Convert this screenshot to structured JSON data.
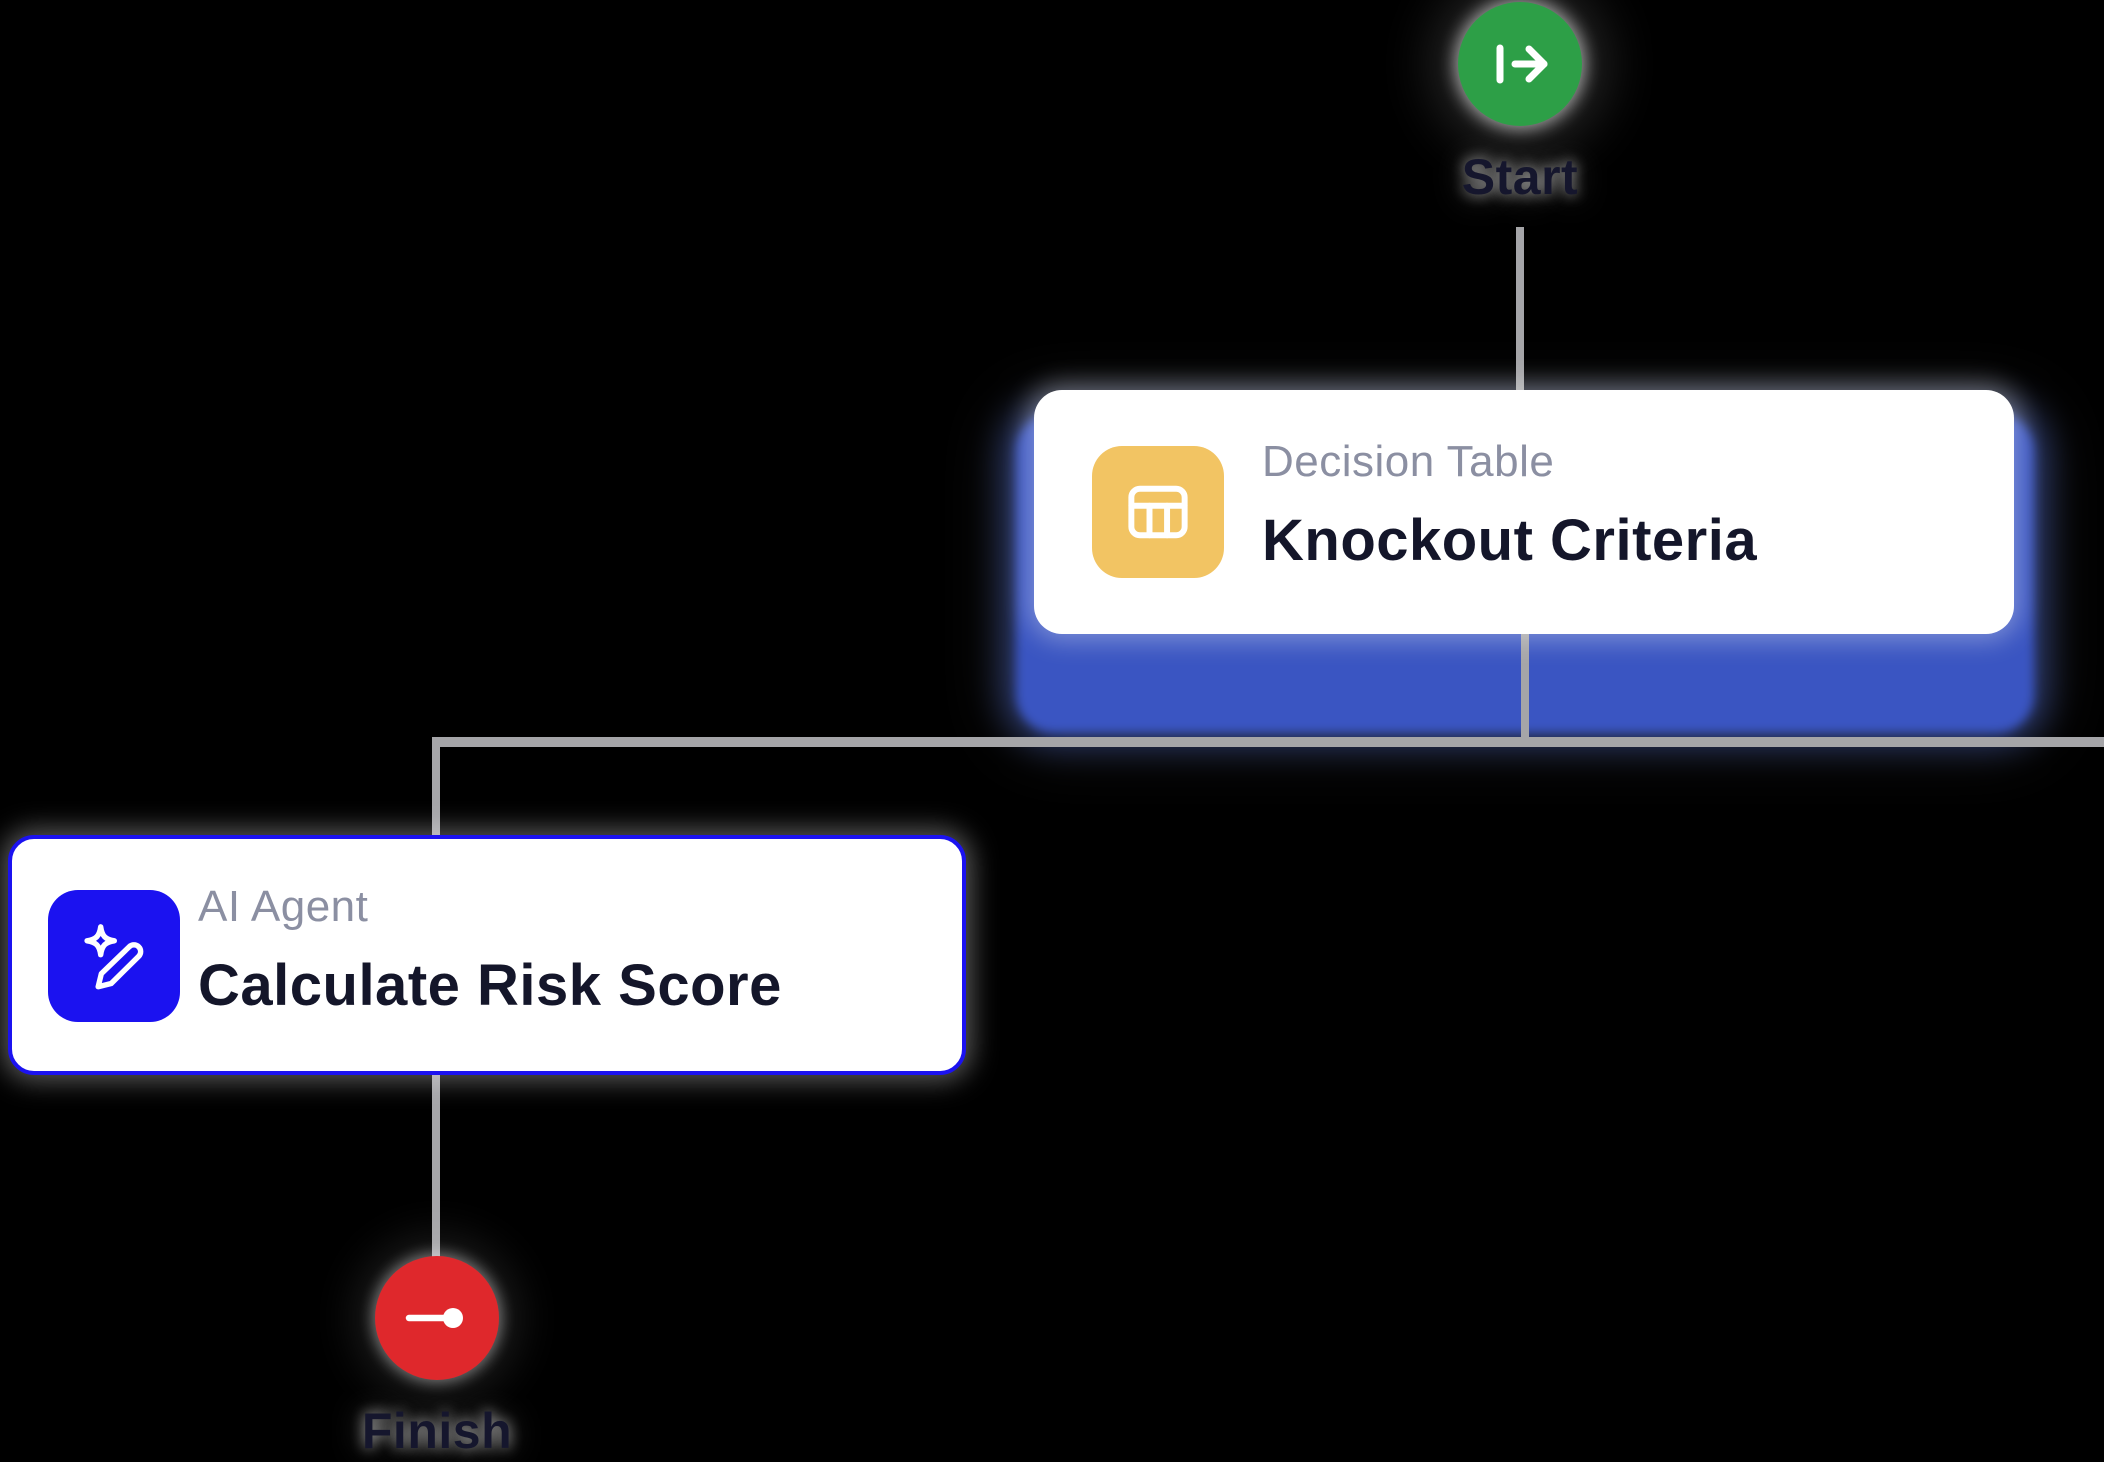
{
  "canvas": {
    "background": "#000000"
  },
  "edges": {
    "color": "#a5a5a8"
  },
  "nodes": {
    "start": {
      "label": "Start",
      "circle_color": "#2d9f47"
    },
    "decision_table": {
      "type_label": "Decision Table",
      "title": "Knockout Criteria",
      "icon_bg": "#f2c463",
      "selection_glow": "#3a55c2"
    },
    "ai_agent": {
      "type_label": "AI Agent",
      "title": "Calculate Risk Score",
      "icon_bg": "#1b12f0",
      "border_color": "#1b12f0"
    },
    "finish": {
      "label": "Finish",
      "circle_color": "#df282c"
    }
  },
  "text": {
    "label_color": "#15162d",
    "type_color": "#8b8fa2",
    "title_color": "#14162a"
  }
}
